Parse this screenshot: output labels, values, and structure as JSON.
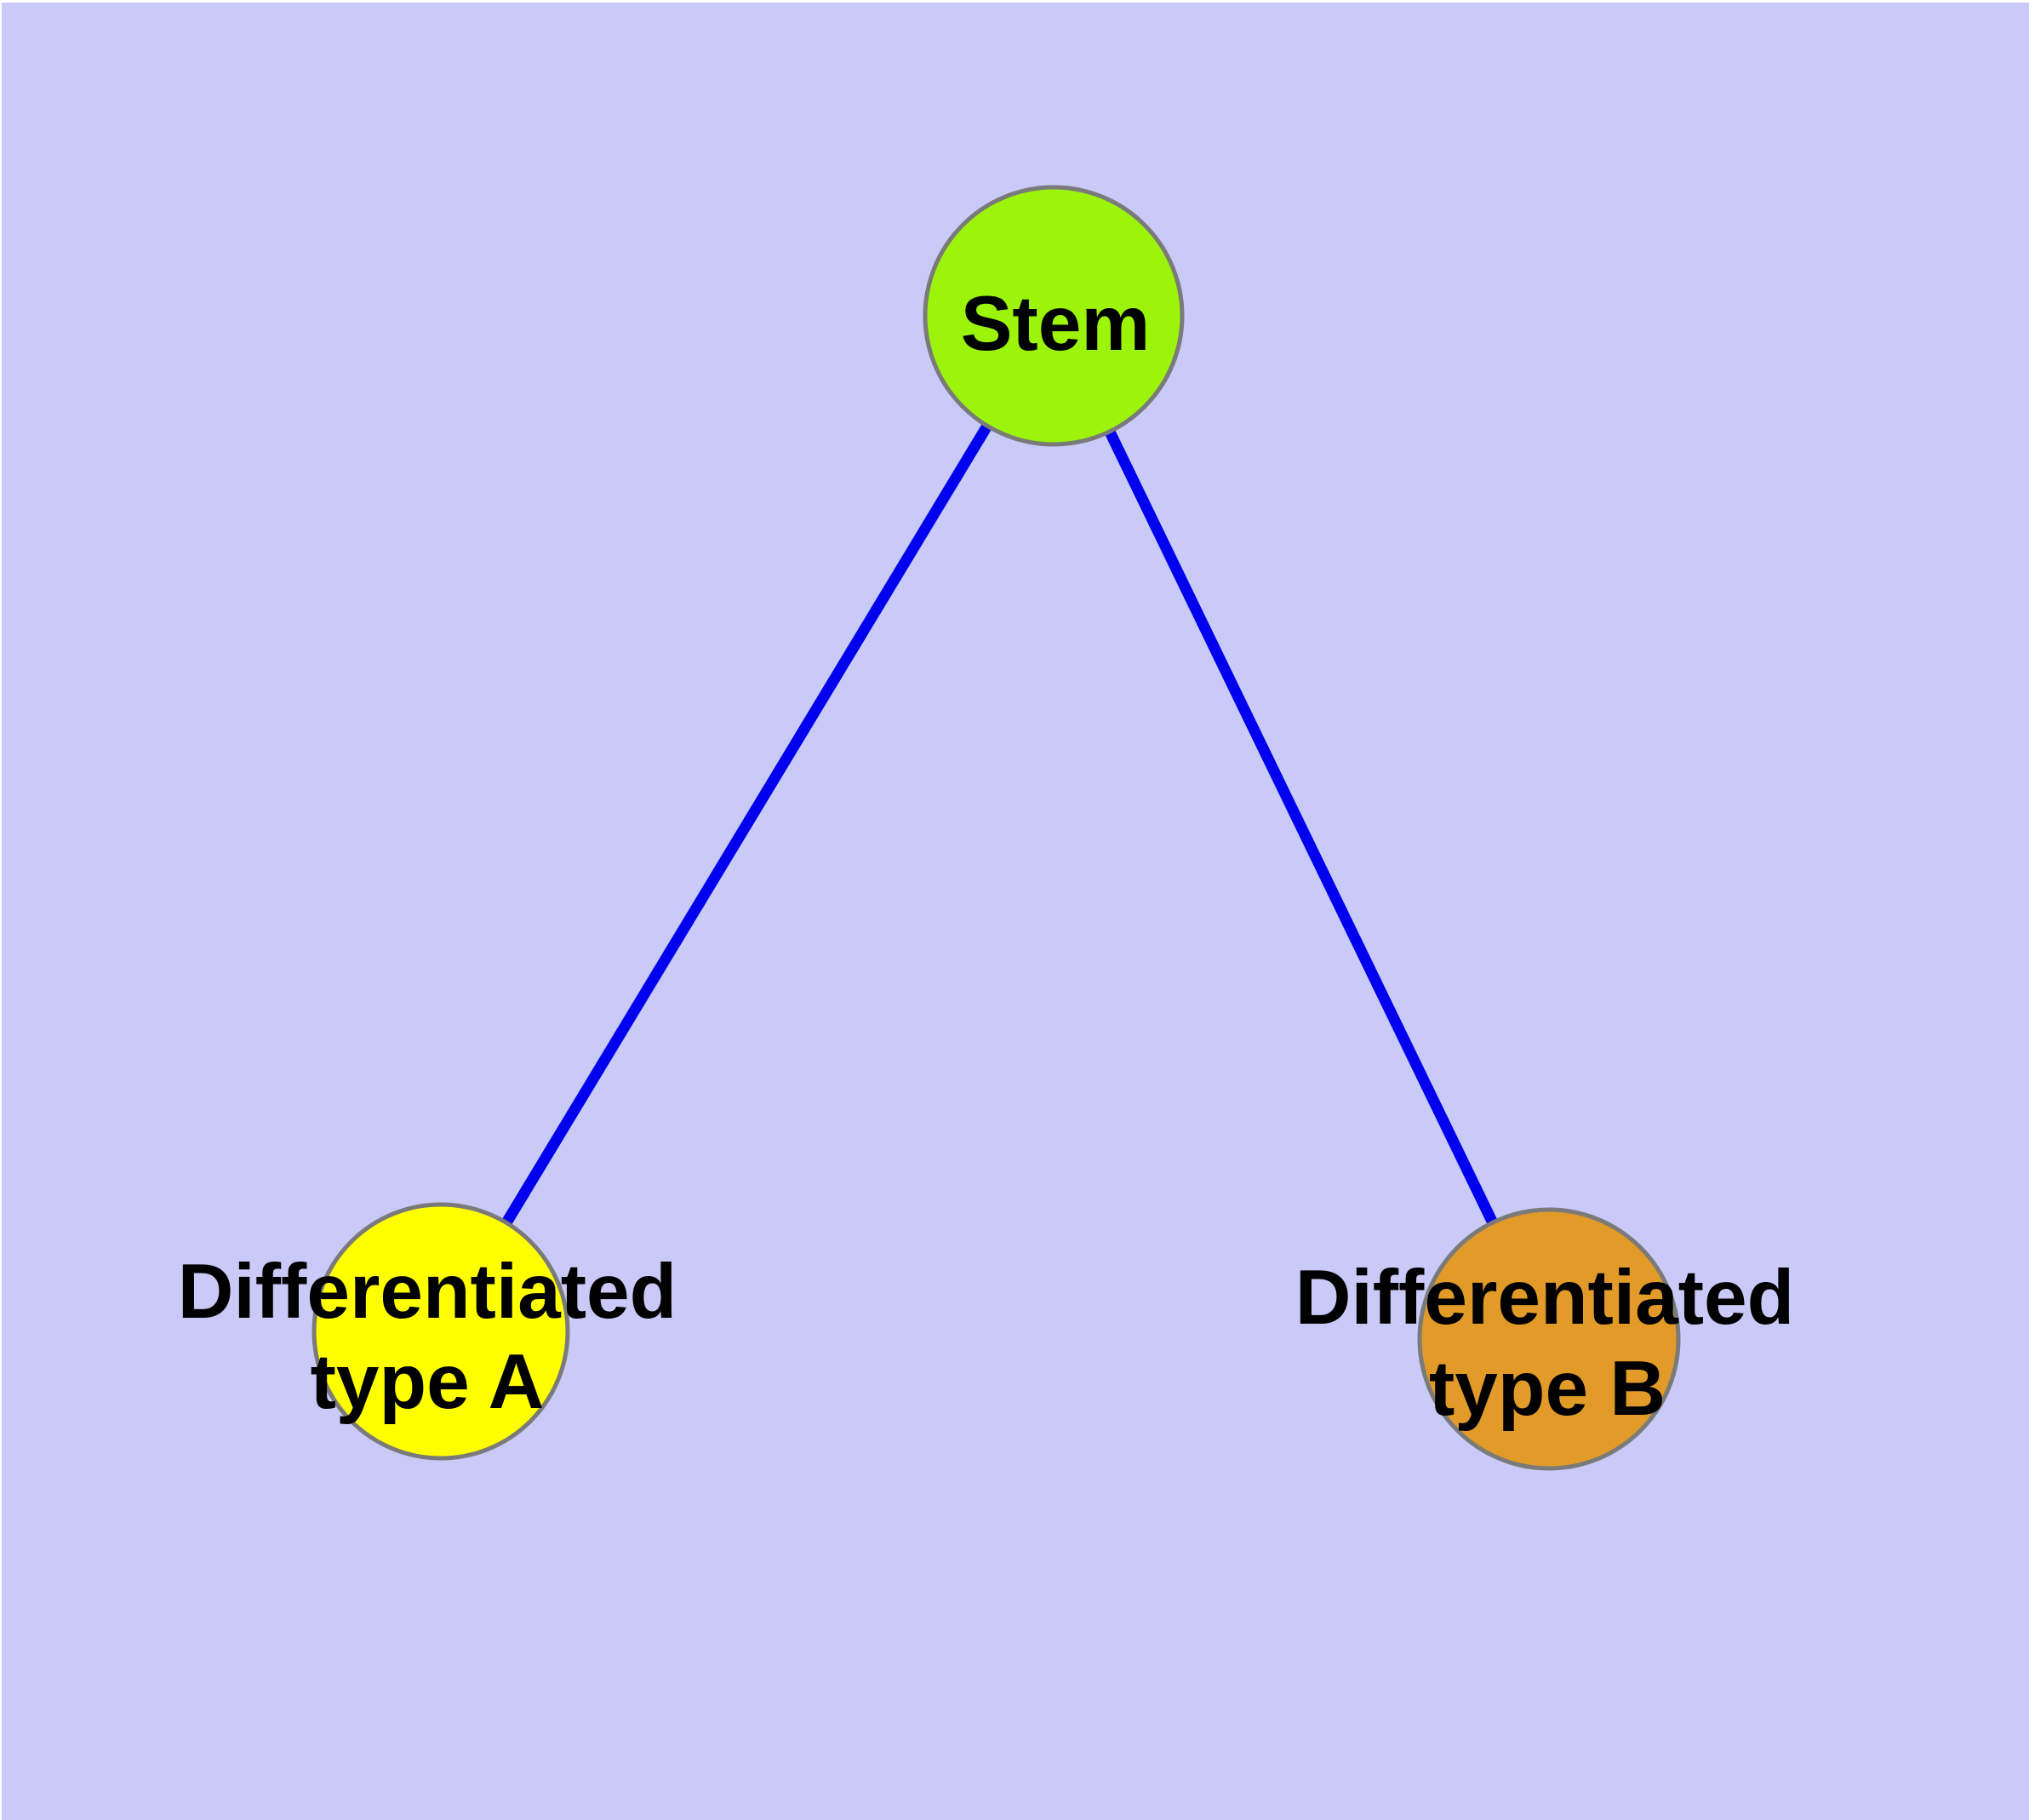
{
  "figure": {
    "type": "graph-diagram",
    "description": "Stem cell differentiation graph: one stem node with edges to two differentiated cell type nodes",
    "colors": {
      "margin": "#ffffff",
      "background": "#cacaf8",
      "edge": "#0000ee",
      "node_border": "#7a7a7a",
      "label": "#000000"
    },
    "nodes": [
      {
        "id": "stem",
        "label": "Stem",
        "label_line1": "Stem",
        "label_line2": "",
        "fill": "#9bf40a"
      },
      {
        "id": "type-a",
        "label": "Differentiated type A",
        "label_line1": "Differentiated",
        "label_line2": "type A",
        "fill": "#ffff00"
      },
      {
        "id": "type-b",
        "label": "Differentiated type B",
        "label_line1": "Differentiated",
        "label_line2": "type B",
        "fill": "#e29a28"
      }
    ],
    "edges": [
      {
        "from": "Stem",
        "to": "Differentiated type A"
      },
      {
        "from": "Stem",
        "to": "Differentiated type B"
      }
    ]
  }
}
